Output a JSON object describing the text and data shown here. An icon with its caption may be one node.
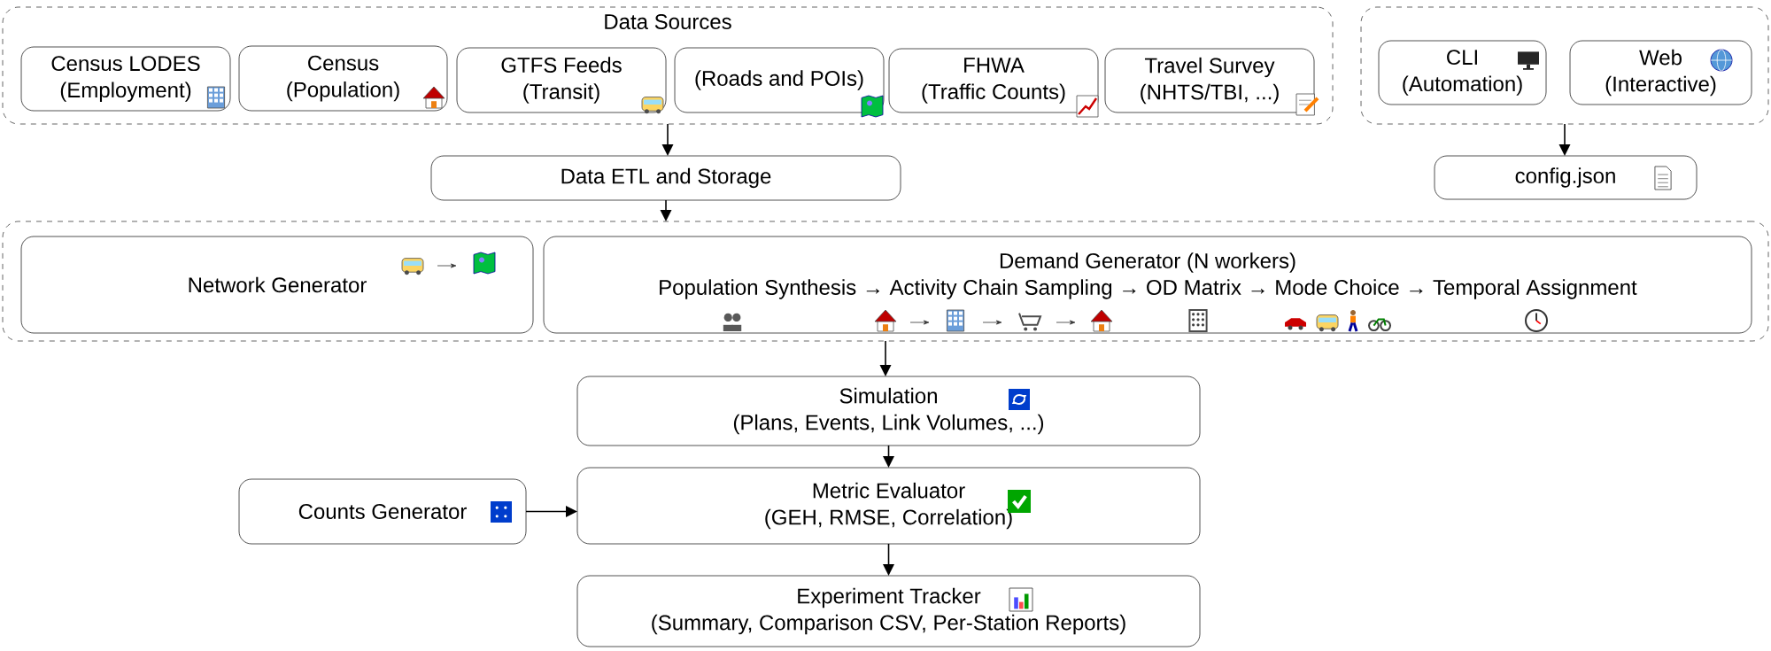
{
  "diagram": {
    "nodes": [
      {
        "text": [
          "Data Sources"
        ]
      },
      {
        "text": [
          "Census LODES",
          "(Employment)"
        ],
        "in": 0
      },
      {
        "text": [
          "Census",
          "(Population)"
        ],
        "in": 0
      },
      {
        "text": [
          "GTFS Feeds",
          "(Transit)"
        ],
        "in": 0
      },
      {
        "text": [
          "(Roads and POIs)"
        ],
        "in": 0
      },
      {
        "text": [
          "FHWA",
          "(Traffic Counts)"
        ],
        "in": 0
      },
      {
        "text": [
          "Travel Survey",
          "(NHTS/TBI, ...)"
        ],
        "in": 0
      },
      {
        "text": [],
        "shape": "box"
      },
      {
        "text": [
          "CLI",
          "(Automation)"
        ],
        "in": 7
      },
      {
        "text": [
          "Web",
          "(Interactive)"
        ],
        "in": 7
      },
      {
        "text": [
          "Data ETL and Storage"
        ]
      },
      {
        "text": [
          "config.json"
        ]
      },
      {
        "text": [],
        "shape": "box"
      },
      {
        "text": [
          "Network Generator"
        ],
        "in": 12
      },
      {
        "text": [
          "Demand Generator (N workers)",
          "Population Synthesis → Activity Chain Sampling → OD Matrix → Mode Choice → Temporal Assignment"
        ],
        "in": 12
      },
      {
        "text": [
          "Simulation",
          "(Plans, Events, Link Volumes, ...)"
        ]
      },
      {
        "text": [
          "Counts Generator"
        ]
      },
      {
        "text": [
          "Metric Evaluator",
          "(GEH, RMSE, Correlation)"
        ]
      },
      {
        "text": [
          "Experiment Tracker",
          "(Summary, Comparison CSV, Per-Station Reports)"
        ]
      }
    ],
    "edges": [
      {
        "from": 0,
        "to": 10,
        "arrow": "to"
      },
      {
        "from": 10,
        "to": 12,
        "arrow": "to"
      },
      {
        "from": 7,
        "to": 11,
        "arrow": "to"
      },
      {
        "from": 12,
        "to": 15,
        "arrow": "to"
      },
      {
        "from": 15,
        "to": 17,
        "arrow": "to"
      },
      {
        "from": 16,
        "to": 17,
        "arrow": "to"
      },
      {
        "from": 17,
        "to": 18,
        "arrow": "to"
      }
    ]
  }
}
